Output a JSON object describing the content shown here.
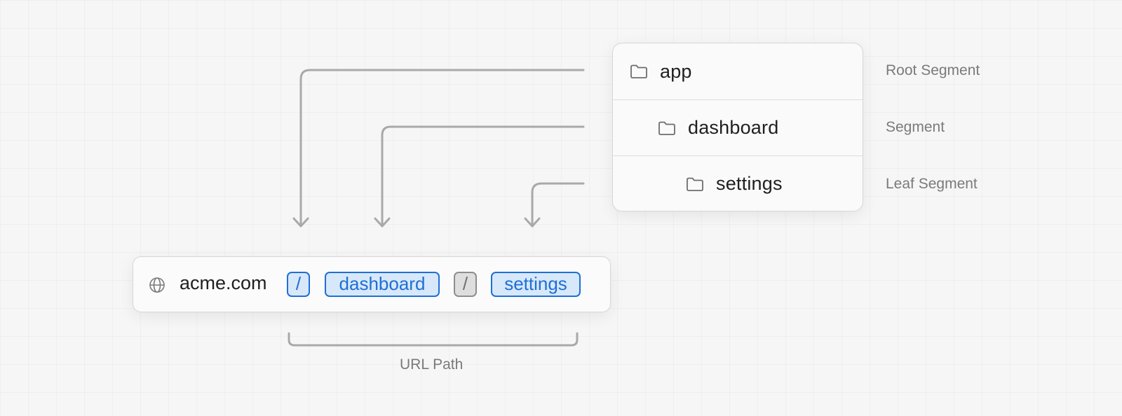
{
  "folders": [
    {
      "label": "app",
      "icon": "folder-icon"
    },
    {
      "label": "dashboard",
      "icon": "folder-icon"
    },
    {
      "label": "settings",
      "icon": "folder-icon"
    }
  ],
  "segment_labels": [
    "Root Segment",
    "Segment",
    "Leaf Segment"
  ],
  "url_bar": {
    "icon": "globe-icon",
    "domain": "acme.com",
    "slash_1": "/",
    "segment_1": "dashboard",
    "slash_2": "/",
    "segment_2": "settings"
  },
  "url_path_label": "URL Path",
  "colors": {
    "accent_blue": "#1f6fd6",
    "accent_blue_fill": "#d7e8fb",
    "muted_gray": "#8e8e8e",
    "connector_gray": "#a9a9a9"
  }
}
